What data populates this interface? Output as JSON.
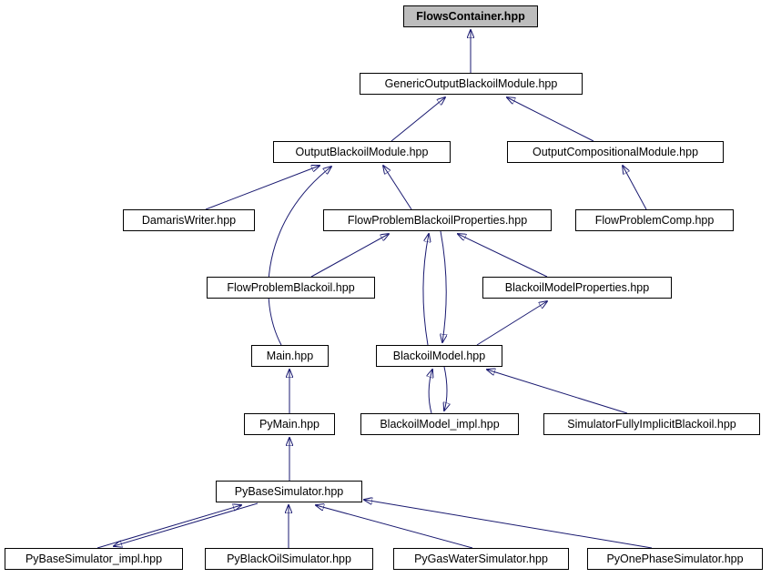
{
  "diagram": {
    "type": "doxygen-inverse-include-graph",
    "root": "FlowsContainer.hpp",
    "colors": {
      "edge": "#191970",
      "node_border": "#000000",
      "node_fill": "#ffffff",
      "root_fill": "#bdbdbd"
    },
    "nodes": [
      {
        "id": "FlowsContainer",
        "label": "FlowsContainer.hpp",
        "root": true
      },
      {
        "id": "GenericOutputBlackoilModule",
        "label": "GenericOutputBlackoilModule.hpp"
      },
      {
        "id": "OutputBlackoilModule",
        "label": "OutputBlackoilModule.hpp"
      },
      {
        "id": "OutputCompositionalModule",
        "label": "OutputCompositionalModule.hpp"
      },
      {
        "id": "DamarisWriter",
        "label": "DamarisWriter.hpp"
      },
      {
        "id": "FlowProblemBlackoilProperties",
        "label": "FlowProblemBlackoilProperties.hpp"
      },
      {
        "id": "FlowProblemComp",
        "label": "FlowProblemComp.hpp"
      },
      {
        "id": "FlowProblemBlackoil",
        "label": "FlowProblemBlackoil.hpp"
      },
      {
        "id": "BlackoilModelProperties",
        "label": "BlackoilModelProperties.hpp"
      },
      {
        "id": "Main",
        "label": "Main.hpp"
      },
      {
        "id": "BlackoilModel",
        "label": "BlackoilModel.hpp"
      },
      {
        "id": "PyMain",
        "label": "PyMain.hpp"
      },
      {
        "id": "BlackoilModel_impl",
        "label": "BlackoilModel_impl.hpp"
      },
      {
        "id": "SimulatorFullyImplicitBlackoil",
        "label": "SimulatorFullyImplicitBlackoil.hpp"
      },
      {
        "id": "PyBaseSimulator",
        "label": "PyBaseSimulator.hpp"
      },
      {
        "id": "PyBaseSimulator_impl",
        "label": "PyBaseSimulator_impl.hpp"
      },
      {
        "id": "PyBlackOilSimulator",
        "label": "PyBlackOilSimulator.hpp"
      },
      {
        "id": "PyGasWaterSimulator",
        "label": "PyGasWaterSimulator.hpp"
      },
      {
        "id": "PyOnePhaseSimulator",
        "label": "PyOnePhaseSimulator.hpp"
      }
    ],
    "edges": [
      {
        "from": "GenericOutputBlackoilModule",
        "to": "FlowsContainer"
      },
      {
        "from": "OutputBlackoilModule",
        "to": "GenericOutputBlackoilModule"
      },
      {
        "from": "OutputCompositionalModule",
        "to": "GenericOutputBlackoilModule"
      },
      {
        "from": "DamarisWriter",
        "to": "OutputBlackoilModule"
      },
      {
        "from": "FlowProblemBlackoilProperties",
        "to": "OutputBlackoilModule"
      },
      {
        "from": "FlowProblemComp",
        "to": "OutputCompositionalModule"
      },
      {
        "from": "FlowProblemBlackoil",
        "to": "FlowProblemBlackoilProperties"
      },
      {
        "from": "Main",
        "to": "OutputBlackoilModule"
      },
      {
        "from": "BlackoilModelProperties",
        "to": "FlowProblemBlackoilProperties"
      },
      {
        "from": "BlackoilModel",
        "to": "FlowProblemBlackoilProperties"
      },
      {
        "from": "FlowProblemBlackoilProperties",
        "to": "BlackoilModel"
      },
      {
        "from": "BlackoilModel",
        "to": "BlackoilModelProperties"
      },
      {
        "from": "BlackoilModel_impl",
        "to": "BlackoilModel"
      },
      {
        "from": "BlackoilModel",
        "to": "BlackoilModel_impl"
      },
      {
        "from": "SimulatorFullyImplicitBlackoil",
        "to": "BlackoilModel"
      },
      {
        "from": "PyMain",
        "to": "Main"
      },
      {
        "from": "PyBaseSimulator",
        "to": "PyMain"
      },
      {
        "from": "PyBaseSimulator_impl",
        "to": "PyBaseSimulator"
      },
      {
        "from": "PyBaseSimulator",
        "to": "PyBaseSimulator_impl"
      },
      {
        "from": "PyBlackOilSimulator",
        "to": "PyBaseSimulator"
      },
      {
        "from": "PyGasWaterSimulator",
        "to": "PyBaseSimulator"
      },
      {
        "from": "PyOnePhaseSimulator",
        "to": "PyBaseSimulator"
      }
    ]
  }
}
